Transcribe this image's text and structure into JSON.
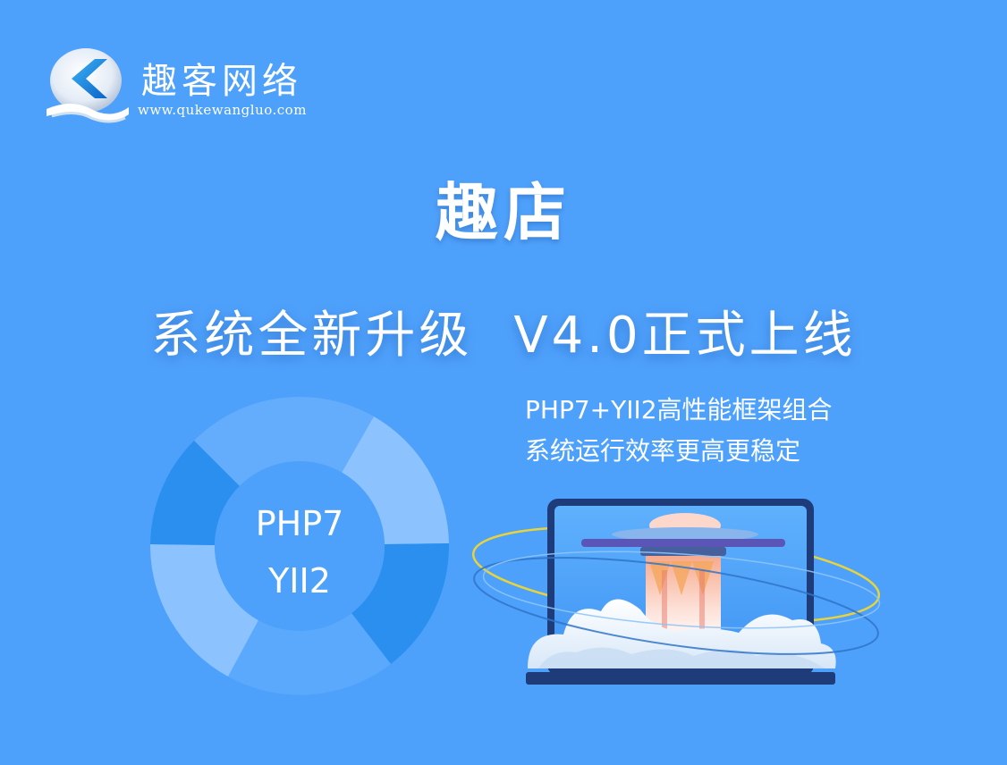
{
  "brand": {
    "name": "趣客网络",
    "url": "www.qukewangluo.com"
  },
  "headline": {
    "title": "趣店",
    "subtitle_left": "系统全新升级",
    "subtitle_right": "V4.0正式上线"
  },
  "features": [
    "PHP7+YII2高性能框架组合",
    "系统运行效率更高更稳定"
  ],
  "donut": {
    "labels": [
      "PHP7",
      "YII2"
    ]
  },
  "colors": {
    "background": "#4ea1fb",
    "donut_dark": "#2b8ff0",
    "donut_light": "#8cc2fe",
    "donut_mid": "#5aa9fc",
    "laptop_frame": "#1f3c7a",
    "orbit_yellow": "#e8d33a"
  },
  "icons": {
    "logo": "quke-logo-icon",
    "illustration": "laptop-ufo-illustration"
  }
}
